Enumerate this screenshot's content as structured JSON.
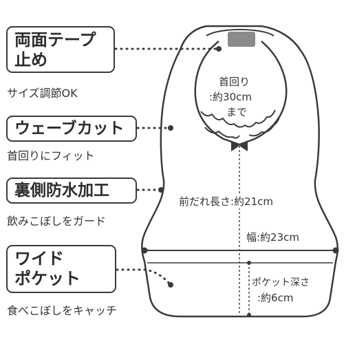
{
  "colors": {
    "outline": "#3a3a3a",
    "tape": "#8a8a8a",
    "background": "#ffffff"
  },
  "features": [
    {
      "title_lines": [
        "両面テープ",
        "止め"
      ],
      "caption": "サイズ調節OK"
    },
    {
      "title_lines": [
        "ウェーブカット"
      ],
      "caption": "首回りにフィット"
    },
    {
      "title_lines": [
        "裏側防水加工"
      ],
      "caption": "飲みこぼしをガード"
    },
    {
      "title_lines": [
        "ワイド",
        "ポケット"
      ],
      "caption": "食べこぼしをキャッチ"
    }
  ],
  "measurements": {
    "neck_line1": "首回り",
    "neck_line2": ":約30cm",
    "neck_line3": "まで",
    "length": "前だれ長さ:約21cm",
    "width": "幅:約23cm",
    "pocket_line1": "ポケット深さ",
    "pocket_line2": ":約6cm"
  }
}
